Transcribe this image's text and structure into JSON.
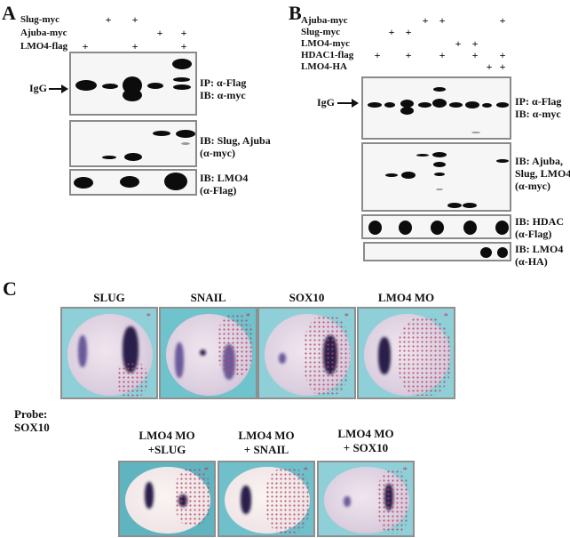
{
  "panel_a": {
    "letter": "A",
    "conditions": [
      {
        "label": "Slug-myc",
        "lanes": [
          false,
          true,
          true,
          false,
          false
        ]
      },
      {
        "label": "Ajuba-myc",
        "lanes": [
          false,
          false,
          false,
          true,
          true
        ]
      },
      {
        "label": "LMO4-flag",
        "lanes": [
          true,
          false,
          true,
          false,
          true
        ]
      }
    ],
    "plus": "+",
    "igg_label": "IgG",
    "blots": [
      {
        "label_line1": "IP: α-Flag",
        "label_line2": "IB: α-myc"
      },
      {
        "label_line1": "IB: Slug, Ajuba",
        "label_line2": "(α-myc)"
      },
      {
        "label_line1": "IB: LMO4",
        "label_line2": "(α-Flag)"
      }
    ]
  },
  "panel_b": {
    "letter": "B",
    "conditions": [
      {
        "label": "Ajuba-myc",
        "lanes": [
          false,
          false,
          false,
          true,
          true,
          false,
          false,
          false,
          true
        ]
      },
      {
        "label": "Slug-myc",
        "lanes": [
          false,
          true,
          true,
          false,
          false,
          false,
          false,
          false,
          false
        ]
      },
      {
        "label": "LMO4-myc",
        "lanes": [
          false,
          false,
          false,
          false,
          false,
          true,
          true,
          false,
          false
        ]
      },
      {
        "label": "HDAC1-flag",
        "lanes": [
          true,
          false,
          true,
          false,
          true,
          false,
          true,
          false,
          true
        ]
      },
      {
        "label": "LMO4-HA",
        "lanes": [
          false,
          false,
          false,
          false,
          false,
          false,
          false,
          true,
          true
        ]
      }
    ],
    "plus": "+",
    "igg_label": "IgG",
    "blots": [
      {
        "label_line1": "IP: α-Flag",
        "label_line2": "IB: α-myc"
      },
      {
        "label_line1": "IB: Ajuba,",
        "label_line2": "Slug, LMO4",
        "label_line3": "(α-myc)"
      },
      {
        "label_line1": "IB: HDAC",
        "label_line2": "(α-Flag)"
      },
      {
        "label_line1": "IB: LMO4",
        "label_line2": "(α-HA)"
      }
    ]
  },
  "panel_c": {
    "letter": "C",
    "probe_label_line1": "Probe:",
    "probe_label_line2": "SOX10",
    "star": "*",
    "row1": [
      {
        "title": "SLUG"
      },
      {
        "title": "SNAIL"
      },
      {
        "title": "SOX10"
      },
      {
        "title": "LMO4 MO"
      }
    ],
    "row2": [
      {
        "title_line1": "LMO4 MO",
        "title_line2": "+SLUG"
      },
      {
        "title_line1": "LMO4 MO",
        "title_line2": "+ SNAIL"
      },
      {
        "title_line1": "LMO4 MO",
        "title_line2": "+ SOX10"
      }
    ]
  },
  "colors": {
    "frame": "#8a8a8a",
    "band": "#0c0c0c",
    "background_teal": "#8fd0d8",
    "stain_purple": "#2a1f4a",
    "stain_red": "#b0486a"
  }
}
